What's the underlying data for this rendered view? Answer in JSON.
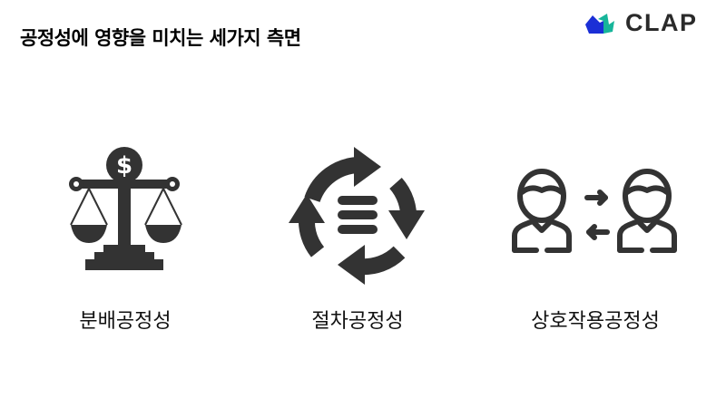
{
  "header": {
    "title": "공정성에 영향을 미치는 세가지 측면",
    "logo_text": "CLAP",
    "logo_colors": {
      "blue": "#1b2fd6",
      "teal": "#17b59a"
    }
  },
  "items": [
    {
      "label": "분배공정성",
      "icon": "scale-dollar-icon"
    },
    {
      "label": "절차공정성",
      "icon": "cycle-process-icon"
    },
    {
      "label": "상호작용공정성",
      "icon": "people-exchange-icon"
    }
  ],
  "colors": {
    "icon": "#333333",
    "text": "#111111",
    "background": "#ffffff"
  }
}
